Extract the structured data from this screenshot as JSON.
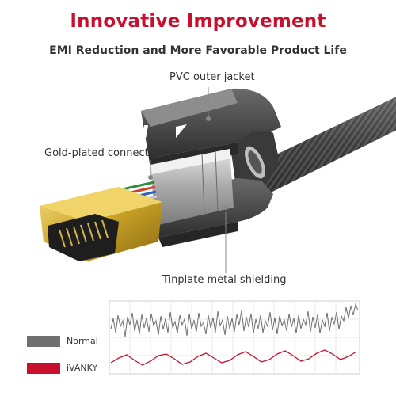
{
  "header": {
    "title": "Innovative Improvement",
    "subtitle": "EMI Reduction and More Favorable Product Life"
  },
  "callouts": {
    "pvc_jacket": "PVC outer jacket",
    "gold_connectors": "Gold-plated connectors",
    "metal_shielding": "Tinplate metal shielding"
  },
  "legend": {
    "normal_label": "Normal",
    "ivanky_label": "iVANKY"
  },
  "colors": {
    "accent": "#c8102e",
    "normal_series": "#707070",
    "ivanky_series": "#c8102e",
    "gold": "#c9a227"
  },
  "icons": {
    "brand_mark": "brand-logo-icon"
  }
}
